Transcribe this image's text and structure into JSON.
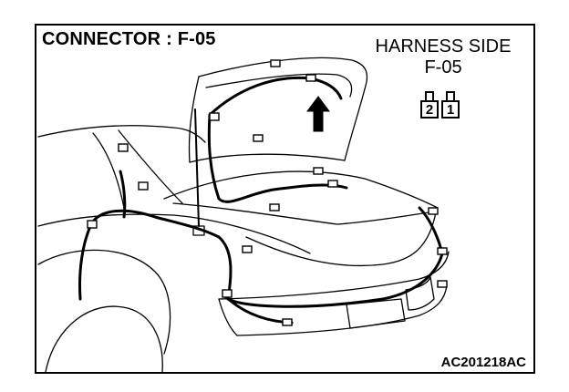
{
  "title": "CONNECTOR : F-05",
  "harness": {
    "line1": "HARNESS SIDE",
    "line2": "F-05"
  },
  "connector": {
    "pins": [
      "2",
      "1"
    ]
  },
  "figure_code": "AC201218AC"
}
